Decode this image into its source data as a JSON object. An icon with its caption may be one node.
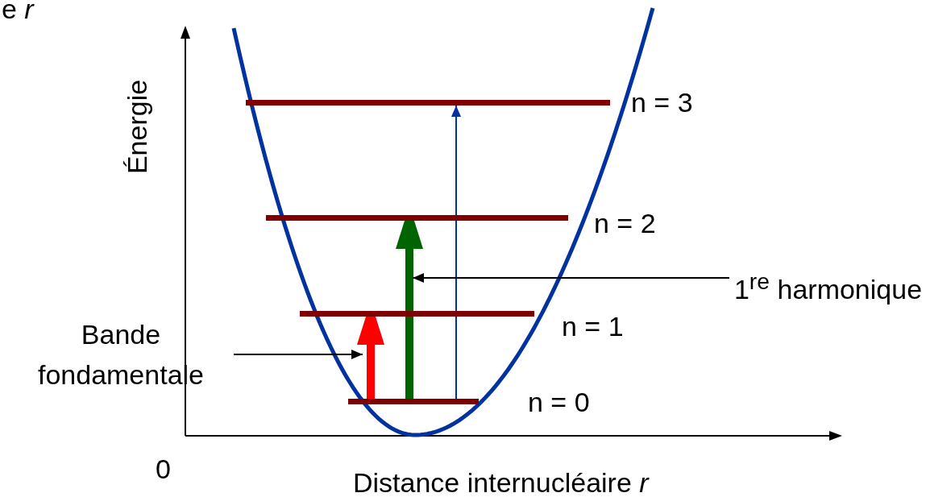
{
  "diagram": {
    "nodes": [
      {
        "text": [],
        "shape": "bar",
        "beside": [
          "n =  0"
        ]
      },
      {
        "text": [],
        "shape": "bar",
        "beside": [
          "n =  1"
        ]
      },
      {
        "text": [],
        "shape": "bar",
        "beside": [
          "n =  2"
        ]
      },
      {
        "text": [],
        "shape": "bar",
        "beside": [
          "n =  3"
        ]
      },
      {
        "text": [
          "Bande fondamentale"
        ]
      },
      {
        "text": [
          "1$^{re}$ harmonique"
        ]
      }
    ],
    "edges": [
      {
        "from": 0,
        "to": 1,
        "arrow": "to",
        "style": "thick",
        "color": "#ff0000"
      },
      {
        "from": 0,
        "to": 2,
        "arrow": "to",
        "style": "thick",
        "color": "#006400"
      },
      {
        "from": 0,
        "to": 3,
        "arrow": "to",
        "color": "#0033a0"
      },
      {
        "from": 4,
        "to": null,
        "arrow": "to"
      },
      {
        "from": 5,
        "to": null,
        "arrow": "to"
      }
    ],
    "labels": [
      "e *r*",
      "Énergie",
      "0",
      "Distance internucléaire *r*"
    ]
  }
}
